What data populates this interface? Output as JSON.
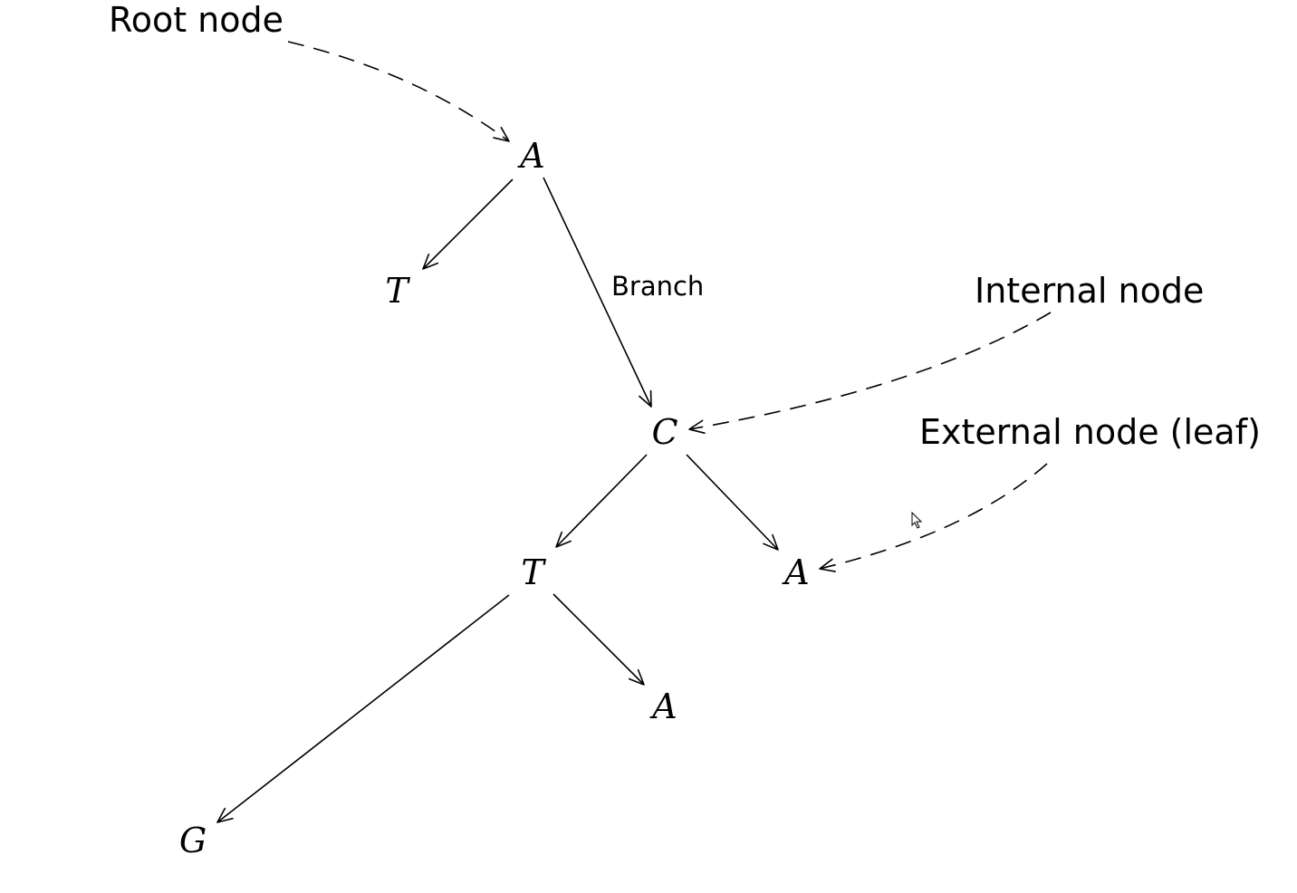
{
  "diagram": {
    "nodes": {
      "root": "A",
      "left_child": "T",
      "internal": "C",
      "c_left": "T",
      "c_right": "A",
      "t_right": "A",
      "t_left": "G"
    },
    "branch_label": "Branch",
    "annotations": {
      "root": "Root node",
      "internal": "Internal node",
      "external": "External node (leaf)"
    }
  }
}
